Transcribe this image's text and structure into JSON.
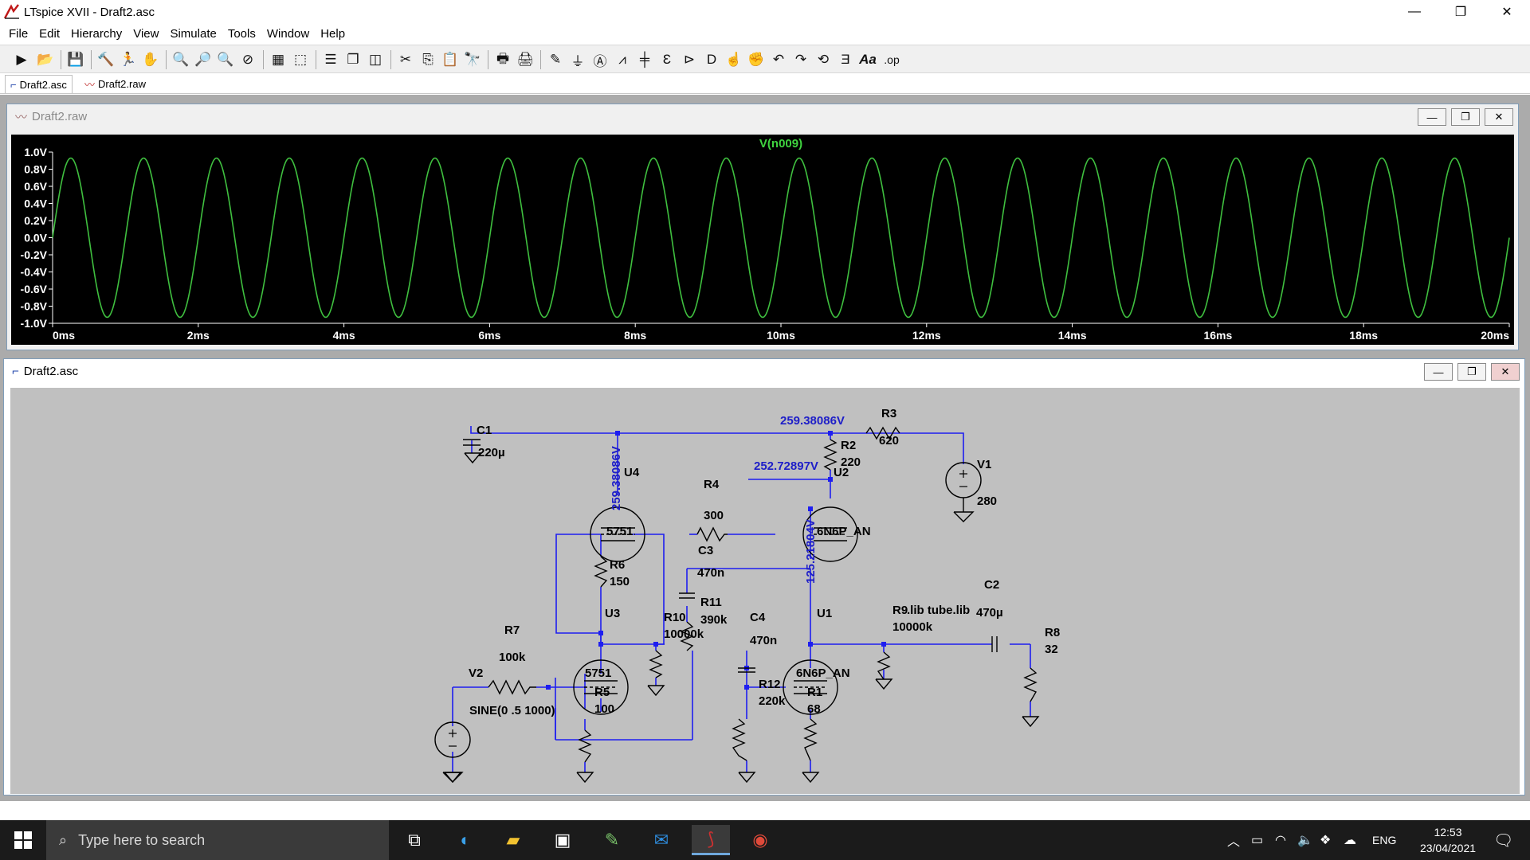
{
  "app": {
    "title": "LTspice XVII - Draft2.asc",
    "window_controls": [
      "—",
      "❐",
      "✕"
    ]
  },
  "menu": [
    "File",
    "Edit",
    "Hierarchy",
    "View",
    "Simulate",
    "Tools",
    "Window",
    "Help"
  ],
  "toolbar": {
    "icons": [
      "run-icon",
      "open-icon",
      "save-icon",
      "control-panel-icon",
      "halt-icon",
      "pan-icon",
      "zoom-in-icon",
      "zoom-area-icon",
      "zoom-out-icon",
      "zoom-cancel-icon",
      "autorange-icon",
      "zoom-fit-icon",
      "tile-horizontal-icon",
      "cascade-icon",
      "tile-vertical-icon",
      "cut-icon",
      "copy-icon",
      "paste-icon",
      "find-icon",
      "print-icon",
      "print-setup-icon",
      "draw-wire-icon",
      "ground-icon",
      "label-net-icon",
      "resistor-icon",
      "capacitor-icon",
      "inductor-icon",
      "diode-icon",
      "component-icon",
      "move-icon",
      "drag-icon",
      "undo-icon",
      "redo-icon",
      "rotate-icon",
      "mirror-icon",
      "text-icon",
      "spice-directive-icon"
    ],
    "text_glyphs": {
      "text": "Aa",
      "spice_directive": ".op"
    }
  },
  "tabs": [
    {
      "label": "Draft2.asc",
      "icon": "schematic-icon",
      "active": true
    },
    {
      "label": "Draft2.raw",
      "icon": "waveform-icon",
      "active": false
    }
  ],
  "mdi_buttons": [
    "—",
    "❐",
    "✕"
  ],
  "plot_window": {
    "title": "Draft2.raw",
    "colors": {
      "background": "#000000",
      "trace": "#3fbf3f",
      "axis_text": "#ffffff",
      "trace_title": "#3fd33f"
    }
  },
  "schematic_window": {
    "title": "Draft2.asc",
    "colors": {
      "background": "#c0c0c0",
      "wire": "#1e1ef0",
      "component": "#000000",
      "voltage_label": "#1e1ec8"
    },
    "components": [
      {
        "ref": "C1",
        "value": "220µ"
      },
      {
        "ref": "U4",
        "value": "5751"
      },
      {
        "ref": "R4",
        "value": "300"
      },
      {
        "ref": "R2",
        "value": "220"
      },
      {
        "ref": "U2",
        "value": "6N6P_AN"
      },
      {
        "ref": "R3",
        "value": "620"
      },
      {
        "ref": "V1",
        "value": "280"
      },
      {
        "ref": "R6",
        "value": "150"
      },
      {
        "ref": "C3",
        "value": "470n"
      },
      {
        "ref": "U3",
        "value": "5751"
      },
      {
        "ref": "R10",
        "value": "10000k"
      },
      {
        "ref": "R11",
        "value": "390k"
      },
      {
        "ref": "C4",
        "value": "470n"
      },
      {
        "ref": "U1",
        "value": "6N6P_AN"
      },
      {
        "ref": "R9",
        "value": "10000k"
      },
      {
        "ref": "C2",
        "value": "470µ"
      },
      {
        "ref": "R8",
        "value": "32"
      },
      {
        "ref": "R7",
        "value": "100k"
      },
      {
        "ref": "V2",
        "value": "SINE(0 .5 1000)"
      },
      {
        "ref": "R5",
        "value": "100"
      },
      {
        "ref": "R12",
        "value": "220k"
      },
      {
        "ref": "R1",
        "value": "68"
      }
    ],
    "node_voltages": [
      "259.38086V",
      "252.72897V",
      "259.38086V",
      "125.21804V"
    ],
    "directive": ".lib tube.lib"
  },
  "taskbar": {
    "search_placeholder": "Type here to search",
    "language": "ENG",
    "time": "12:53",
    "date": "23/04/2021",
    "apps": [
      "task-view-icon",
      "edge-icon",
      "file-explorer-icon",
      "terminal-icon",
      "notepad-icon",
      "mail-icon",
      "ltspice-icon",
      "chrome-icon"
    ]
  },
  "chart_data": {
    "type": "line",
    "title": "V(n009)",
    "series": [
      {
        "name": "V(n009)",
        "function": "sine",
        "amplitude": 0.93,
        "frequency_hz": 1000,
        "start_phase": "rising-from-zero"
      }
    ],
    "x": {
      "label": "",
      "range": [
        0,
        20
      ],
      "unit": "ms",
      "ticks": [
        "0ms",
        "2ms",
        "4ms",
        "6ms",
        "8ms",
        "10ms",
        "12ms",
        "14ms",
        "16ms",
        "18ms",
        "20ms"
      ]
    },
    "y": {
      "label": "",
      "range": [
        -1.0,
        1.0
      ],
      "unit": "V",
      "ticks": [
        "1.0V",
        "0.8V",
        "0.6V",
        "0.4V",
        "0.2V",
        "0.0V",
        "-0.2V",
        "-0.4V",
        "-0.6V",
        "-0.8V",
        "-1.0V"
      ]
    },
    "grid": false
  }
}
